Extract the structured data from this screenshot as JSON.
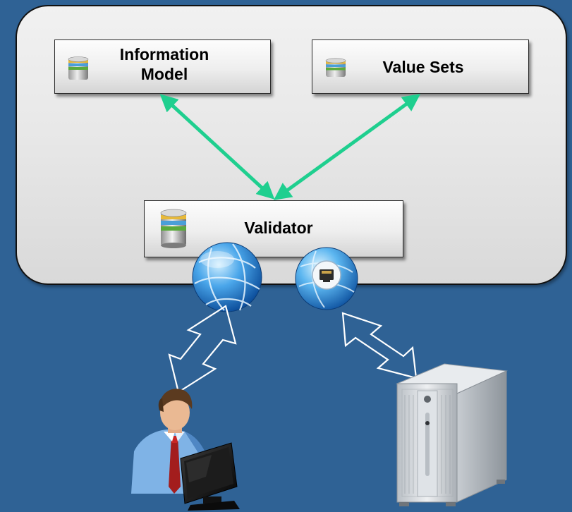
{
  "nodes": {
    "information_model": {
      "label_line1": "Information",
      "label_line2": "Model",
      "icon": "database-icon"
    },
    "value_sets": {
      "label": "Value Sets",
      "icon": "database-icon"
    },
    "validator": {
      "label": "Validator",
      "icon": "database-icon"
    }
  },
  "icons": {
    "web_globe": "web-globe-icon",
    "network_globe": "network-port-globe-icon",
    "user": "user-at-computer-icon",
    "server": "server-tower-icon"
  },
  "colors": {
    "background": "#2f6295",
    "panel": "#e8e8e8",
    "link_arrow": "#1fcf8f",
    "exchange_arrow": "#ffffff"
  }
}
